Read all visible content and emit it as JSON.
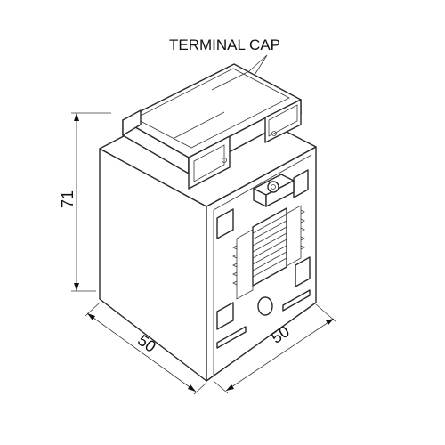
{
  "diagram": {
    "callout": "TERMINAL CAP",
    "dimensions": {
      "height": "71",
      "width_left": "50",
      "width_right": "50"
    },
    "colors": {
      "line": "#2a2a2a",
      "background": "#ffffff"
    }
  }
}
